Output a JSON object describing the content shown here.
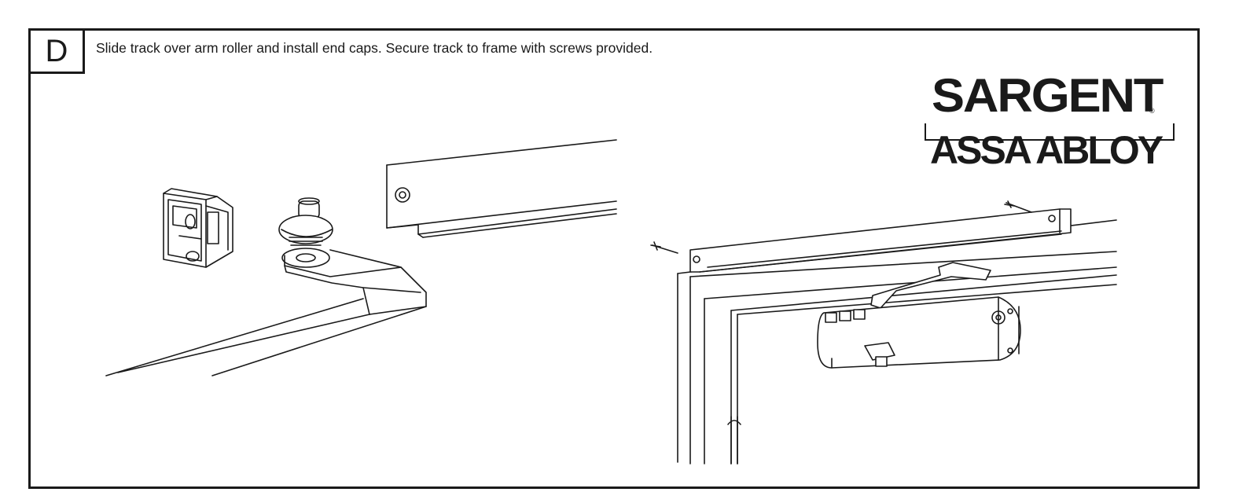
{
  "step": {
    "letter": "D"
  },
  "instruction": "Slide track over arm roller and install end caps. Secure track to frame with screws provided.",
  "logo": {
    "brand": "SARGENT",
    "registered": "®",
    "parent": "ASSA ABLOY"
  },
  "colors": {
    "line": "#1a1a1a",
    "background": "#ffffff"
  }
}
